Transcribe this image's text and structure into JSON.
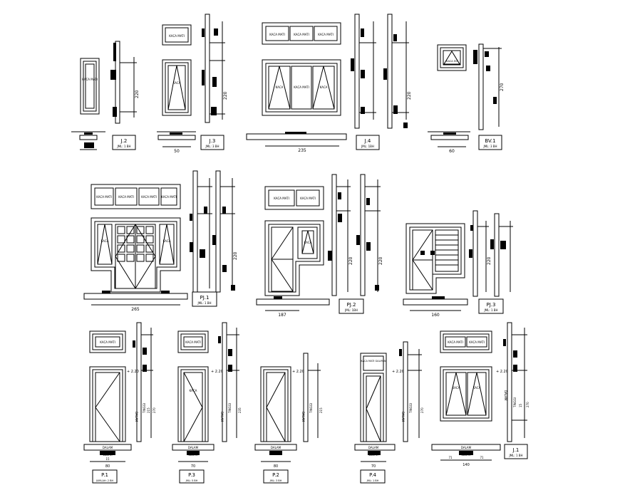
{
  "labels": {
    "kaca_mati": "KACA MATI",
    "kaca": "KACA",
    "kaca_mati_galipan": "KACA MATI GALIPAN",
    "kaca_ed": "KACA ED",
    "lebar": "LEBAR",
    "dalam": "DALAM",
    "tinggi": "TINGGI",
    "plus_220": "+ 2.20"
  },
  "dimensions": {
    "h220": "220",
    "h270": "270",
    "w50": "50",
    "w235": "235",
    "w60": "60",
    "w265": "265",
    "w187": "187",
    "w160": "160",
    "w80": "80",
    "w70": "70",
    "w140": "140",
    "w71": "71",
    "d15": "15",
    "d215": "215",
    "d235": "235",
    "d270": "270"
  },
  "tags": {
    "J2": {
      "code": "J.2",
      "qty": "JML: 1 BH"
    },
    "J3": {
      "code": "J.3",
      "qty": "JML: 3 BH"
    },
    "J4": {
      "code": "J.4",
      "qty": "JML: 1BH"
    },
    "BV1": {
      "code": "BV.1",
      "qty": "JML: 3 BH"
    },
    "PJ1": {
      "code": "PJ.1",
      "qty": "JML: 1 BH"
    },
    "PJ2": {
      "code": "PJ.2",
      "qty": "JML: 1BH"
    },
    "PJ3": {
      "code": "PJ.3",
      "qty": "JML: 1 BH"
    },
    "P1": {
      "code": "P.1",
      "qty": "JUMLAH: 2 BH"
    },
    "P3": {
      "code": "P.3",
      "qty": "JML: 5 BH"
    },
    "P2": {
      "code": "P.2",
      "qty": "JML: 3 BH"
    },
    "P4": {
      "code": "P.4",
      "qty": "JML: 1 BH"
    },
    "J1": {
      "code": "J.1",
      "qty": "JML: 1 BH"
    }
  }
}
